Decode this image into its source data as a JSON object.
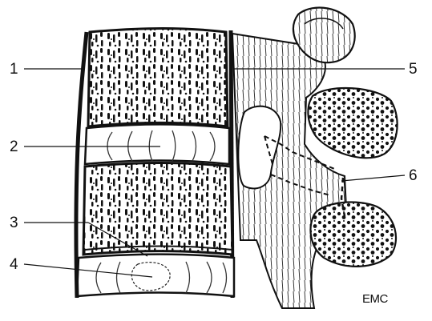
{
  "figure": {
    "callouts": [
      {
        "number": "1"
      },
      {
        "number": "2"
      },
      {
        "number": "3"
      },
      {
        "number": "4"
      },
      {
        "number": "5"
      },
      {
        "number": "6"
      }
    ],
    "credit": "EMC"
  }
}
